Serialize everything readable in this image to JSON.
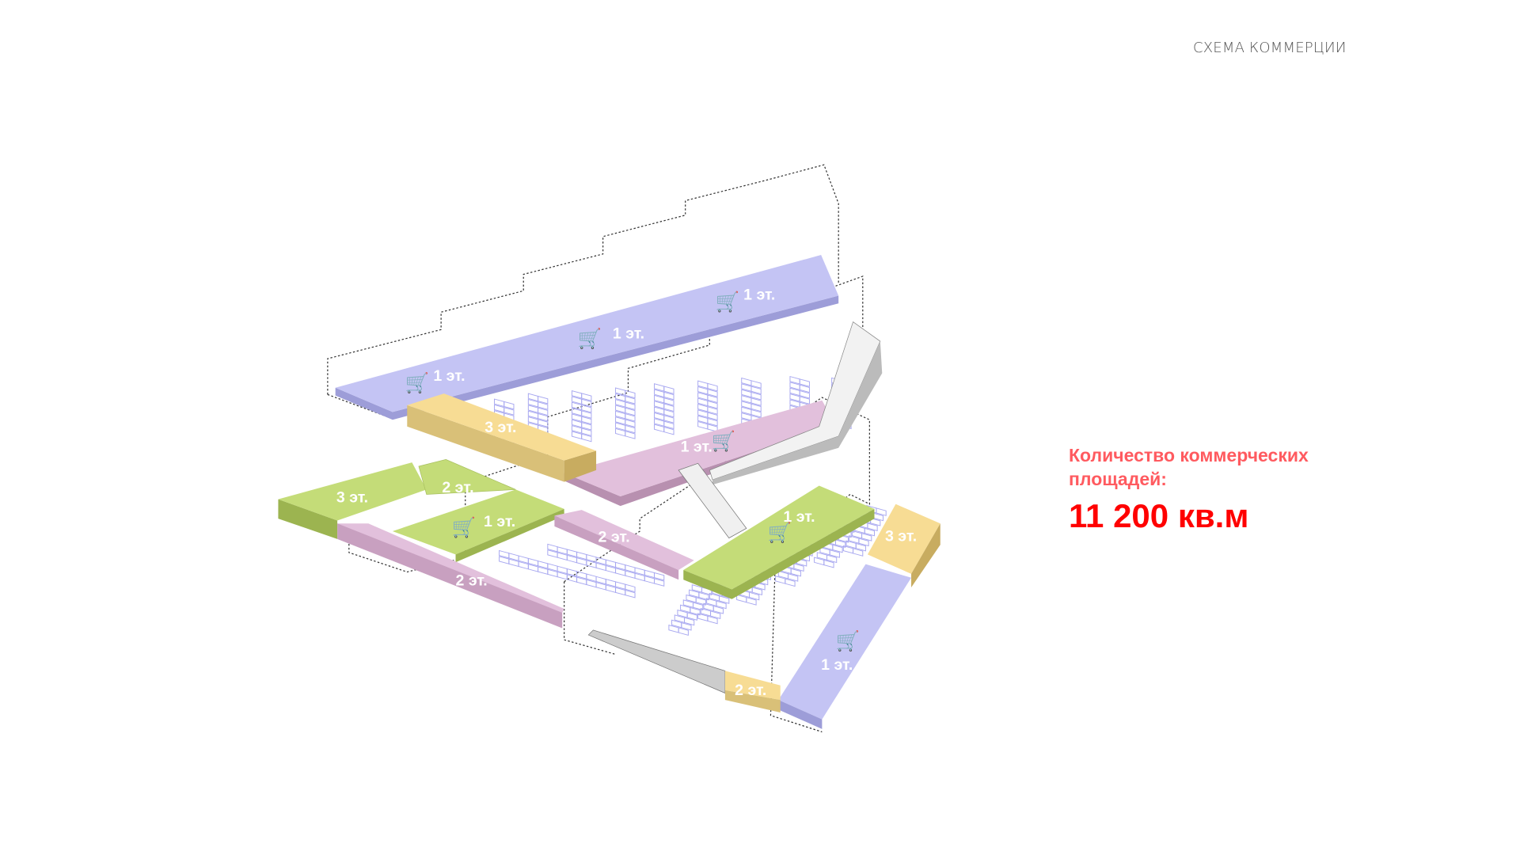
{
  "header": {
    "title": "СХЕМА КОММЕРЦИИ"
  },
  "summary": {
    "label": "Количество коммерческих площадей:",
    "value": "11 200 кв.м"
  },
  "legend_colors": {
    "retail_1": "#c4c4f4",
    "floor2_pink": "#e2c0dc",
    "floor3_yellow": "#f7dc94",
    "green": "#c4dc78",
    "accent": "#ff0000"
  },
  "blocks": [
    {
      "id": "purple-top-a",
      "label": "1 эт.",
      "cart": true
    },
    {
      "id": "purple-top-b",
      "label": "1 эт.",
      "cart": true
    },
    {
      "id": "purple-top-c",
      "label": "1 эт.",
      "cart": true
    },
    {
      "id": "yellow-top",
      "label": "3 эт.",
      "cart": false
    },
    {
      "id": "pink-center",
      "label": "1 эт.",
      "cart": true
    },
    {
      "id": "green-left-3",
      "label": "3 эт.",
      "cart": false
    },
    {
      "id": "green-left-2",
      "label": "2 эт.",
      "cart": false
    },
    {
      "id": "green-left-1",
      "label": "1 эт.",
      "cart": true
    },
    {
      "id": "pink-left-2",
      "label": "2 эт.",
      "cart": false
    },
    {
      "id": "pink-mid-2",
      "label": "2 эт.",
      "cart": false
    },
    {
      "id": "green-right-1",
      "label": "1 эт.",
      "cart": true
    },
    {
      "id": "yellow-right-3",
      "label": "3 эт.",
      "cart": false
    },
    {
      "id": "purple-right-1",
      "label": "1 эт.",
      "cart": true
    },
    {
      "id": "yellow-bottom-2",
      "label": "2 эт.",
      "cart": false
    }
  ],
  "icons": {
    "cart": "🛒"
  }
}
